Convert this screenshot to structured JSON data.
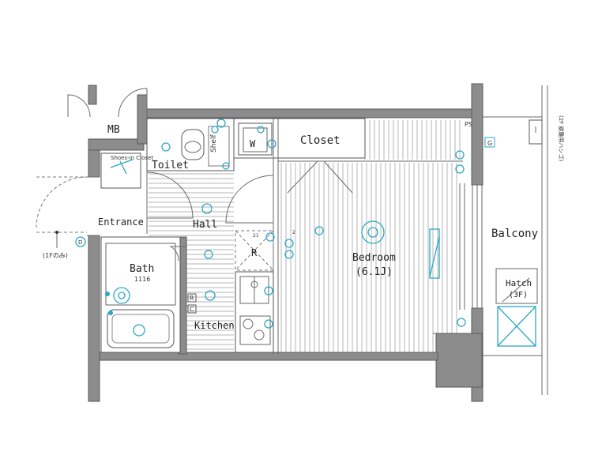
{
  "rooms": {
    "mb": "MB",
    "shoes_in_closet": "Shoes-in Closet",
    "toilet": "Toilet",
    "shelf": "Shelf",
    "w": "W",
    "closet": "Closet",
    "entrance": "Entrance",
    "hall": "Hall",
    "r": "R",
    "bedroom": "Bedroom",
    "bedroom_size": "(6.1J)",
    "balcony": "Balcony",
    "bath": "Bath",
    "bath_size": "1116",
    "kitchen": "Kitchen",
    "hatch": "Hatch",
    "hatch_floor": "(3F)"
  },
  "markers": {
    "ps": "PS",
    "g": "G",
    "d": "D",
    "c": "C",
    "r_small": "R",
    "floor_note": "(1Fのみ)",
    "v21": "21",
    "v2": "2",
    "vertical_note": "(2F 避難用ハシゴ)"
  },
  "colors": {
    "wall": "#8c8c8c",
    "fixture": "#2aa7c4",
    "text": "#222222"
  }
}
